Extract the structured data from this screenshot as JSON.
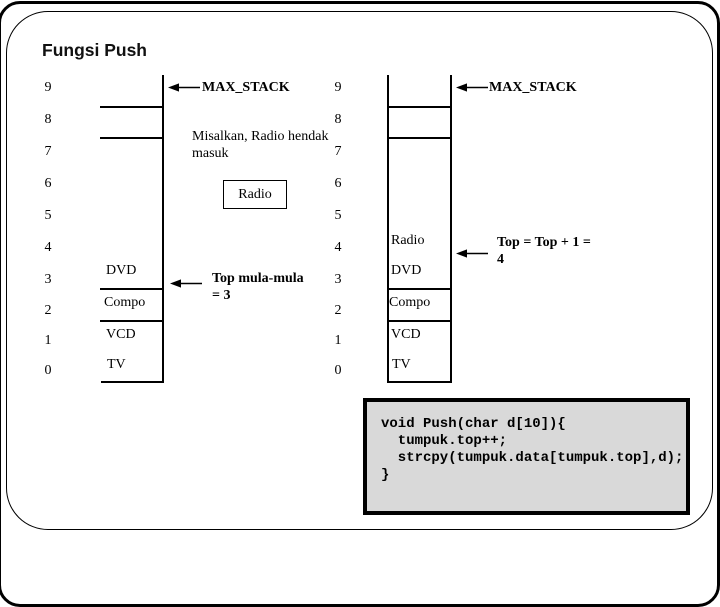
{
  "slide": {
    "title": "Fungsi Push"
  },
  "left_stack": {
    "indices": [
      "9",
      "8",
      "7",
      "6",
      "5",
      "4",
      "3",
      "2",
      "1",
      "0"
    ],
    "items": [
      "DVD",
      "Compo",
      "VCD",
      "TV"
    ],
    "max_stack_label": "MAX_STACK",
    "top_label": "Top mula-mula\n= 3"
  },
  "middle": {
    "note": "Misalkan, Radio hendak\nmasuk",
    "incoming_item": "Radio"
  },
  "right_stack": {
    "indices": [
      "9",
      "8",
      "7",
      "6",
      "5",
      "4",
      "3",
      "2",
      "1",
      "0"
    ],
    "items": [
      "Radio",
      "DVD",
      "Compo",
      "VCD",
      "TV"
    ],
    "max_stack_label": "MAX_STACK",
    "top_label": "Top = Top + 1 =\n4"
  },
  "code_box": {
    "lines": [
      "void Push(char d[10]){",
      "  tumpuk.top++;",
      "  strcpy(tumpuk.data[tumpuk.top],d);",
      "}"
    ]
  }
}
